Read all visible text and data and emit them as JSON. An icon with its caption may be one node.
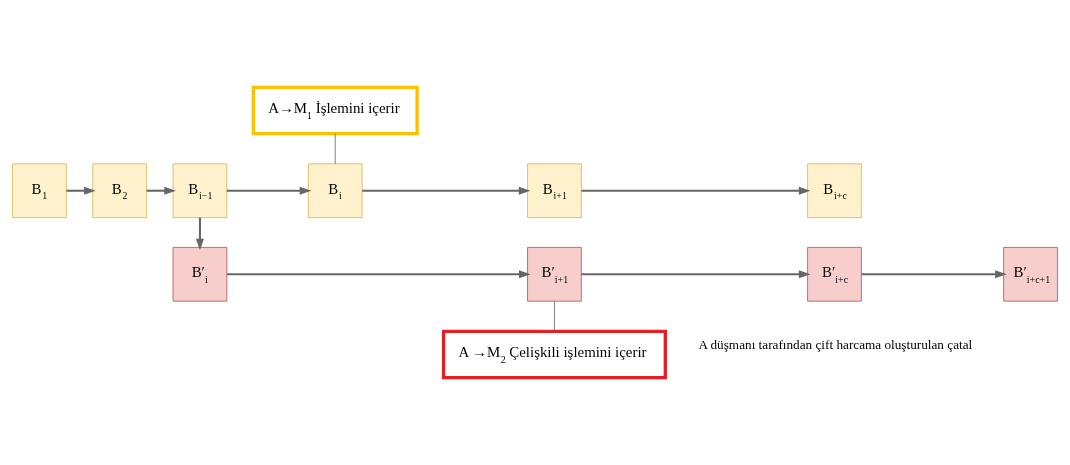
{
  "diagram": {
    "nodes": [
      {
        "text": [
          "A→M$_{1}$ İşlemini içerir"
        ]
      },
      {
        "text": [
          "A →M$_{2}$ Çelişkili işlemini içerir"
        ]
      },
      {
        "text": [
          "B$_{1}$"
        ]
      },
      {
        "text": [
          "B$_{2}$"
        ]
      },
      {
        "text": [
          "B$_{i−1}$"
        ]
      },
      {
        "text": [
          "B$_{i}$"
        ]
      },
      {
        "text": [
          "B$_{i+1}$"
        ]
      },
      {
        "text": [
          "B$_{i+c}$"
        ]
      },
      {
        "text": [
          "B′$_{i}$"
        ]
      },
      {
        "text": [
          "B′$_{i+1}$"
        ]
      },
      {
        "text": [
          "B′$_{i+c}$"
        ]
      },
      {
        "text": [
          "B′$_{i+c+1}$"
        ]
      }
    ],
    "edges": [
      {
        "from": 2,
        "to": 3,
        "arrow": "to"
      },
      {
        "from": 3,
        "to": 4,
        "arrow": "to"
      },
      {
        "from": 4,
        "to": 5,
        "arrow": "to"
      },
      {
        "from": 5,
        "to": 6,
        "arrow": "to"
      },
      {
        "from": 6,
        "to": 7,
        "arrow": "to"
      },
      {
        "from": 4,
        "to": 8,
        "arrow": "to"
      },
      {
        "from": 8,
        "to": 9,
        "arrow": "to"
      },
      {
        "from": 9,
        "to": 10,
        "arrow": "to"
      },
      {
        "from": 10,
        "to": 11,
        "arrow": "to"
      },
      {
        "from": 0,
        "to": 5,
        "arrow": "none"
      },
      {
        "from": 1,
        "to": 9,
        "arrow": "none"
      }
    ],
    "labels": [
      "A düşmanı tarafından çift harcama oluşturulan çatal"
    ]
  }
}
